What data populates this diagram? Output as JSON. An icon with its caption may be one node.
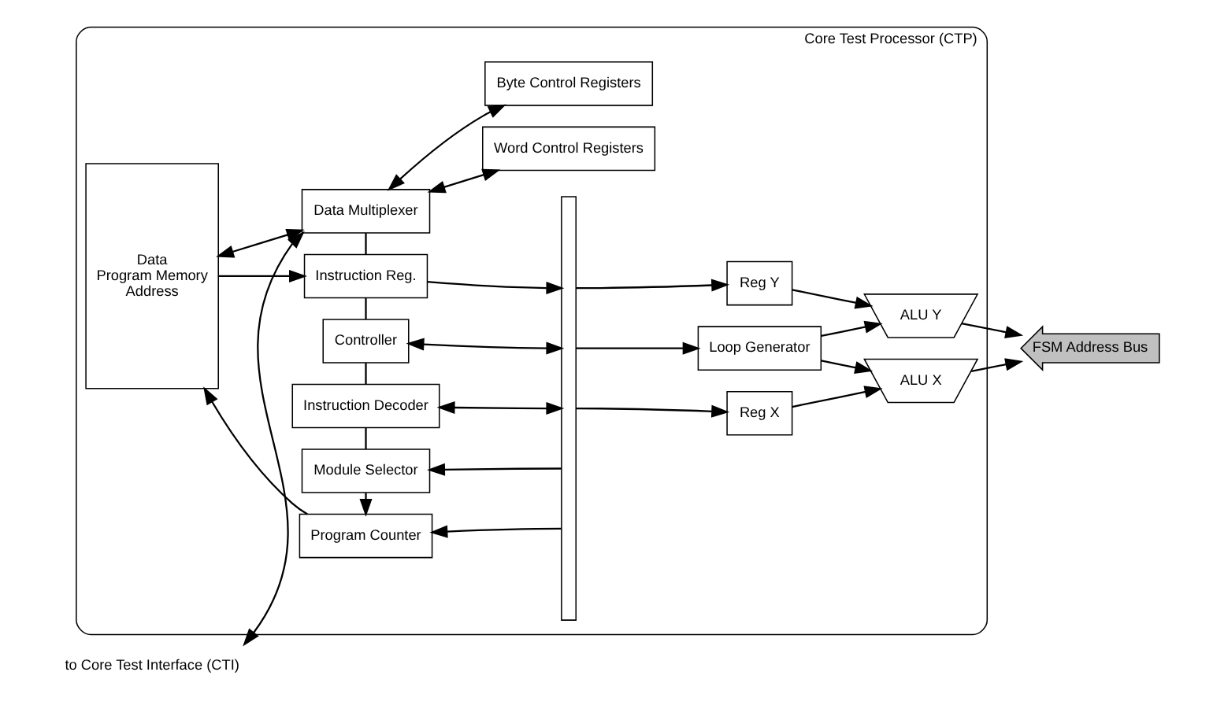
{
  "diagram": {
    "nodes": [
      {
        "text": [
          "Core Test Processor (CTP)"
        ]
      },
      {
        "text": [
          "to Core Test Interface (CTI)"
        ]
      },
      {
        "text": [
          "Data",
          "Program Memory",
          "Address"
        ],
        "in": 0
      },
      {
        "text": [
          "Data Multiplexer"
        ],
        "in": 0
      },
      {
        "text": [
          "Byte Control Registers"
        ],
        "in": 0
      },
      {
        "text": [
          "Word Control Registers"
        ],
        "in": 0
      },
      {
        "text": [
          "Instruction Reg."
        ],
        "in": 0
      },
      {
        "text": [
          "Controller"
        ],
        "in": 0
      },
      {
        "text": [
          "Instruction Decoder"
        ],
        "in": 0
      },
      {
        "text": [
          "Module Selector"
        ],
        "in": 0
      },
      {
        "text": [
          "Program Counter"
        ],
        "in": 0
      },
      {
        "text": [],
        "shape": "bar",
        "in": 0
      },
      {
        "text": [
          "Loop Generator"
        ],
        "in": 0
      },
      {
        "text": [
          "Reg Y"
        ],
        "in": 0
      },
      {
        "text": [
          "Reg X"
        ],
        "in": 0
      },
      {
        "text": [
          "ALU X"
        ],
        "in": 0
      },
      {
        "text": [
          "ALU Y"
        ],
        "in": 0
      },
      {
        "text": [
          "FSM Address Bus"
        ]
      }
    ],
    "edges": [
      {
        "from": 1,
        "to": 3,
        "arrow": "both"
      },
      {
        "from": 2,
        "to": 3,
        "arrow": "both"
      },
      {
        "from": 3,
        "to": 4,
        "arrow": "both"
      },
      {
        "from": 3,
        "to": 5,
        "arrow": "both"
      },
      {
        "from": 2,
        "to": 6,
        "arrow": "to"
      },
      {
        "from": 3,
        "to": 6,
        "arrow": "none"
      },
      {
        "from": 6,
        "to": 7,
        "arrow": "none"
      },
      {
        "from": 7,
        "to": 8,
        "arrow": "none"
      },
      {
        "from": 8,
        "to": 9,
        "arrow": "none"
      },
      {
        "from": 9,
        "to": 10,
        "arrow": "to"
      },
      {
        "from": 10,
        "to": 2,
        "arrow": "to"
      },
      {
        "from": 6,
        "to": 11,
        "arrow": "to"
      },
      {
        "from": 7,
        "to": 11,
        "arrow": "both"
      },
      {
        "from": 8,
        "to": 11,
        "arrow": "both"
      },
      {
        "from": 11,
        "to": 9,
        "arrow": "to"
      },
      {
        "from": 11,
        "to": 10,
        "arrow": "to"
      },
      {
        "from": 11,
        "to": 12,
        "arrow": "to"
      },
      {
        "from": 11,
        "to": 13,
        "arrow": "to"
      },
      {
        "from": 11,
        "to": 14,
        "arrow": "to"
      },
      {
        "from": 12,
        "to": 15,
        "arrow": "to"
      },
      {
        "from": 12,
        "to": 16,
        "arrow": "to"
      },
      {
        "from": 14,
        "to": 15,
        "arrow": "to"
      },
      {
        "from": 13,
        "to": 16,
        "arrow": "to"
      },
      {
        "from": 15,
        "to": 17,
        "arrow": "to"
      },
      {
        "from": 16,
        "to": 17,
        "arrow": "to"
      }
    ]
  }
}
